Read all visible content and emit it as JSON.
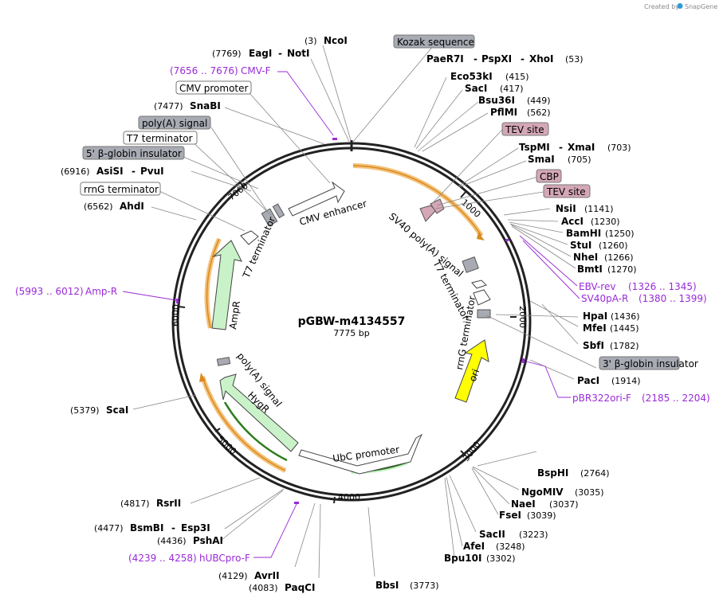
{
  "header": {
    "created_by": "Created by",
    "brand": "SnapGene"
  },
  "plasmid": {
    "name": "pGBW-m4134557",
    "size": "7775 bp"
  },
  "ticks": [
    "1000",
    "2000",
    "3000",
    "4000",
    "5000",
    "6000",
    "7000"
  ],
  "enzymes": {
    "ncoi": {
      "pos": "(3)",
      "name": "NcoI"
    },
    "eagi_noti": {
      "pos": "(7769)",
      "name1": "EagI",
      "sep": "-",
      "name2": "NotI"
    },
    "snabi": {
      "pos": "(7477)",
      "name": "SnaBI"
    },
    "asisi_pvui": {
      "pos": "(6916)",
      "name1": "AsiSI",
      "sep": "-",
      "name2": "PvuI"
    },
    "ahdi": {
      "pos": "(6562)",
      "name": "AhdI"
    },
    "scai": {
      "pos": "(5379)",
      "name": "ScaI"
    },
    "rsrii": {
      "pos": "(4817)",
      "name": "RsrII"
    },
    "bsmbi_esp3i": {
      "pos": "(4477)",
      "name1": "BsmBI",
      "sep": "-",
      "name2": "Esp3I"
    },
    "pshai": {
      "pos": "(4436)",
      "name": "PshAI"
    },
    "avrii": {
      "pos": "(4129)",
      "name": "AvrII"
    },
    "paqci": {
      "pos": "(4083)",
      "name": "PaqCI"
    },
    "bbsi": {
      "pos": "(3773)",
      "name": "BbsI"
    },
    "bpu10i": {
      "name": "Bpu10I",
      "pos": "(3302)"
    },
    "afei": {
      "name": "AfeI",
      "pos": "(3248)"
    },
    "sacii": {
      "name": "SacII",
      "pos": "(3223)"
    },
    "fsei": {
      "name": "FseI",
      "pos": "(3039)"
    },
    "naei": {
      "name": "NaeI",
      "pos": "(3037)"
    },
    "ngomiv": {
      "name": "NgoMIV",
      "pos": "(3035)"
    },
    "bsphi": {
      "name": "BspHI",
      "pos": "(2764)"
    },
    "paei_pspxi_xhoi": {
      "name1": "PaeR7I",
      "sep1": "-",
      "name2": "PspXI",
      "sep2": "-",
      "name3": "XhoI",
      "pos": "(53)"
    },
    "eco53ki": {
      "name": "Eco53kI",
      "pos": "(415)"
    },
    "saci": {
      "name": "SacI",
      "pos": "(417)"
    },
    "bsu36i": {
      "name": "Bsu36I",
      "pos": "(449)"
    },
    "pflmi": {
      "name": "PflMI",
      "pos": "(562)"
    },
    "tspmi_xmai": {
      "name1": "TspMI",
      "sep": "-",
      "name2": "XmaI",
      "pos": "(703)"
    },
    "smai": {
      "name": "SmaI",
      "pos": "(705)"
    },
    "nsii": {
      "name": "NsiI",
      "pos": "(1141)"
    },
    "acci": {
      "name": "AccI",
      "pos": "(1230)"
    },
    "bamhi": {
      "name": "BamHI",
      "pos": "(1250)"
    },
    "stui": {
      "name": "StuI",
      "pos": "(1260)"
    },
    "nhei": {
      "name": "NheI",
      "pos": "(1266)"
    },
    "bmti": {
      "name": "BmtI",
      "pos": "(1270)"
    },
    "hpai": {
      "name": "HpaI",
      "pos": "(1436)"
    },
    "mfei": {
      "name": "MfeI",
      "pos": "(1445)"
    },
    "sbfi": {
      "name": "SbfI",
      "pos": "(1782)"
    },
    "paci": {
      "name": "PacI",
      "pos": "(1914)"
    }
  },
  "primers": {
    "cmvf": {
      "range": "(7656 .. 7676)",
      "name": "CMV-F"
    },
    "ampr": {
      "range": "(5993 .. 6012)",
      "name": "Amp-R"
    },
    "hubcpro": {
      "range": "(4239 .. 4258)",
      "name": "hUBCpro-F"
    },
    "ebvrev": {
      "name": "EBV-rev",
      "range": "(1326 .. 1345)"
    },
    "sv40pa": {
      "name": "SV40pA-R",
      "range": "(1380 .. 1399)"
    },
    "pbr322": {
      "name": "pBR322ori-F",
      "range": "(2185 .. 2204)"
    }
  },
  "boxed": {
    "kozak": "Kozak sequence",
    "cmv_promoter": "CMV promoter",
    "polya": "poly(A) signal",
    "t7_term": "T7 terminator",
    "bglobin_5": "5' β-globin insulator",
    "rrng": "rrnG terminator",
    "tev1": "TEV site",
    "cbp": "CBP",
    "tev2": "TEV site",
    "bglobin_3": "3' β-globin insulator"
  },
  "features": {
    "cmv_enhancer": "CMV enhancer",
    "sv40": "SV40 poly(A) signal",
    "t7_right": "T7 terminator",
    "rrng_inner": "rrnG terminator",
    "ori": "ori",
    "t7_left": "T7 terminator",
    "ampr": "AmpR",
    "polya_inner": "poly(A) signal",
    "hygr": "HygR",
    "ubc": "UbC promoter"
  },
  "colors": {
    "backbone": "#222222",
    "orf_highlight": "#f4c27a",
    "orf_arrow": "#d98a1e",
    "marker": "#c9f2c9",
    "ori": "#ffff00",
    "primer": "#9a2ad8",
    "tag": "#d4a7b7",
    "insulator": "#a8abb3"
  }
}
